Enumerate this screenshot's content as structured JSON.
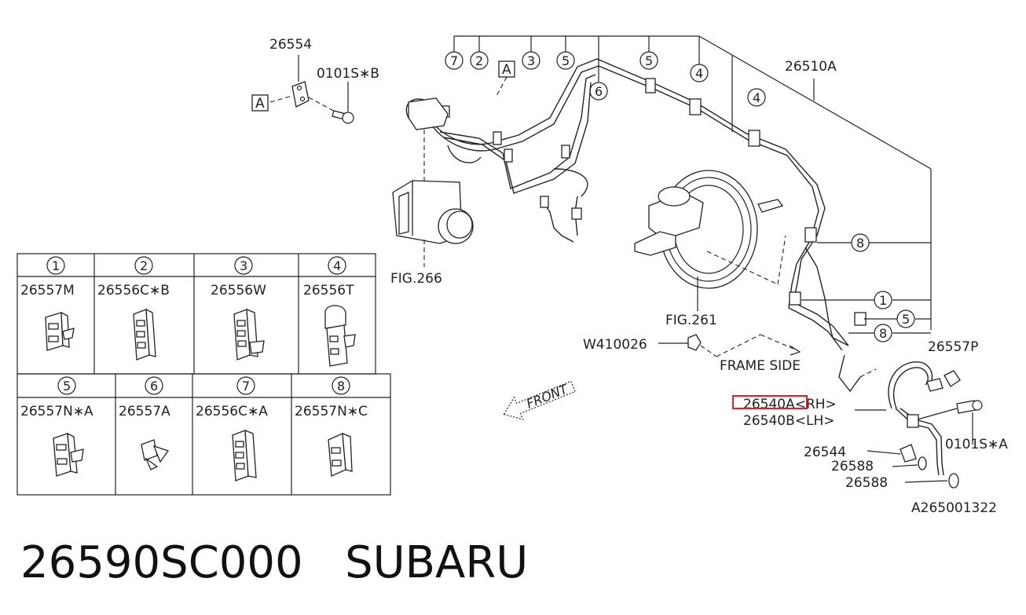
{
  "callouts": {
    "p26554": "26554",
    "p0101SB": "0101S∗B",
    "ref_a1": "A",
    "ref_a2": "A",
    "p26510A": "26510A",
    "fig266": "FIG.266",
    "fig261": "FIG.261",
    "w410026": "W410026",
    "frame_side": "FRAME SIDE",
    "p26557P": "26557P",
    "p26540A": "26540A<RH>",
    "p26540B": "26540B<LH>",
    "p0101SA": "0101S∗A",
    "p26544": "26544",
    "p26588a": "26588",
    "p26588b": "26588",
    "drawing_no": "A265001322",
    "front": "FRONT"
  },
  "top_numbers": [
    "7",
    "2",
    "3",
    "5",
    "6",
    "5",
    "4",
    "4"
  ],
  "right_numbers": [
    "8",
    "1",
    "5",
    "8"
  ],
  "legend": {
    "row1": [
      {
        "num": "1",
        "part": "26557M"
      },
      {
        "num": "2",
        "part": "26556C∗B"
      },
      {
        "num": "3",
        "part": "26556W"
      },
      {
        "num": "4",
        "part": "26556T"
      }
    ],
    "row2": [
      {
        "num": "5",
        "part": "26557N∗A"
      },
      {
        "num": "6",
        "part": "26557A"
      },
      {
        "num": "7",
        "part": "26556C∗A"
      },
      {
        "num": "8",
        "part": "26557N∗C"
      }
    ]
  },
  "footer": {
    "part_number": "26590SC000",
    "brand": "SUBARU"
  },
  "highlight_color": "#e0202a"
}
